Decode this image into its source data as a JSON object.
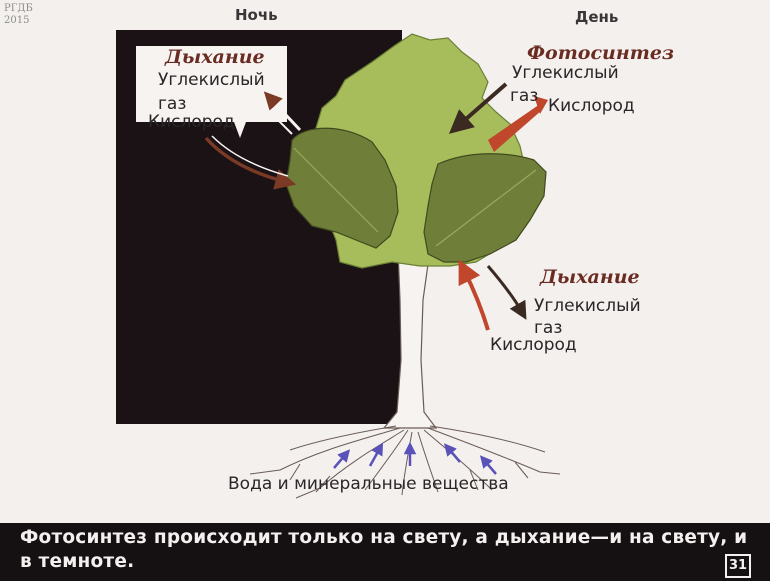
{
  "corner_mark": {
    "line1": "РГДБ",
    "line2": "2015"
  },
  "headers": {
    "night": "Ночь",
    "day": "День"
  },
  "night_respiration": {
    "title": "Дыхание",
    "co2_line1": "Углекислый",
    "co2_line2": "газ",
    "oxygen": "Кислород"
  },
  "day_photosynthesis": {
    "title": "Фотосинтез",
    "co2_line1": "Углекислый",
    "co2_line2": "газ",
    "oxygen": "Кислород"
  },
  "day_respiration": {
    "title": "Дыхание",
    "co2_line1": "Углекислый",
    "co2_line2": "газ",
    "oxygen": "Кислород"
  },
  "roots_label": "Вода и минеральные вещества",
  "caption": {
    "text": "Фотосинтез происходит только на свету, а дыхание—и на свету, и в темноте.",
    "page_number": "31"
  },
  "colors": {
    "night_bg": "#1a1214",
    "leaf_light": "#a7bd5c",
    "leaf_dark": "#6f7f3a",
    "arrow_brown": "#7a3a25",
    "arrow_red": "#c0472c",
    "arrow_dark": "#3a2a22",
    "root_arrow": "#5a52b8"
  }
}
